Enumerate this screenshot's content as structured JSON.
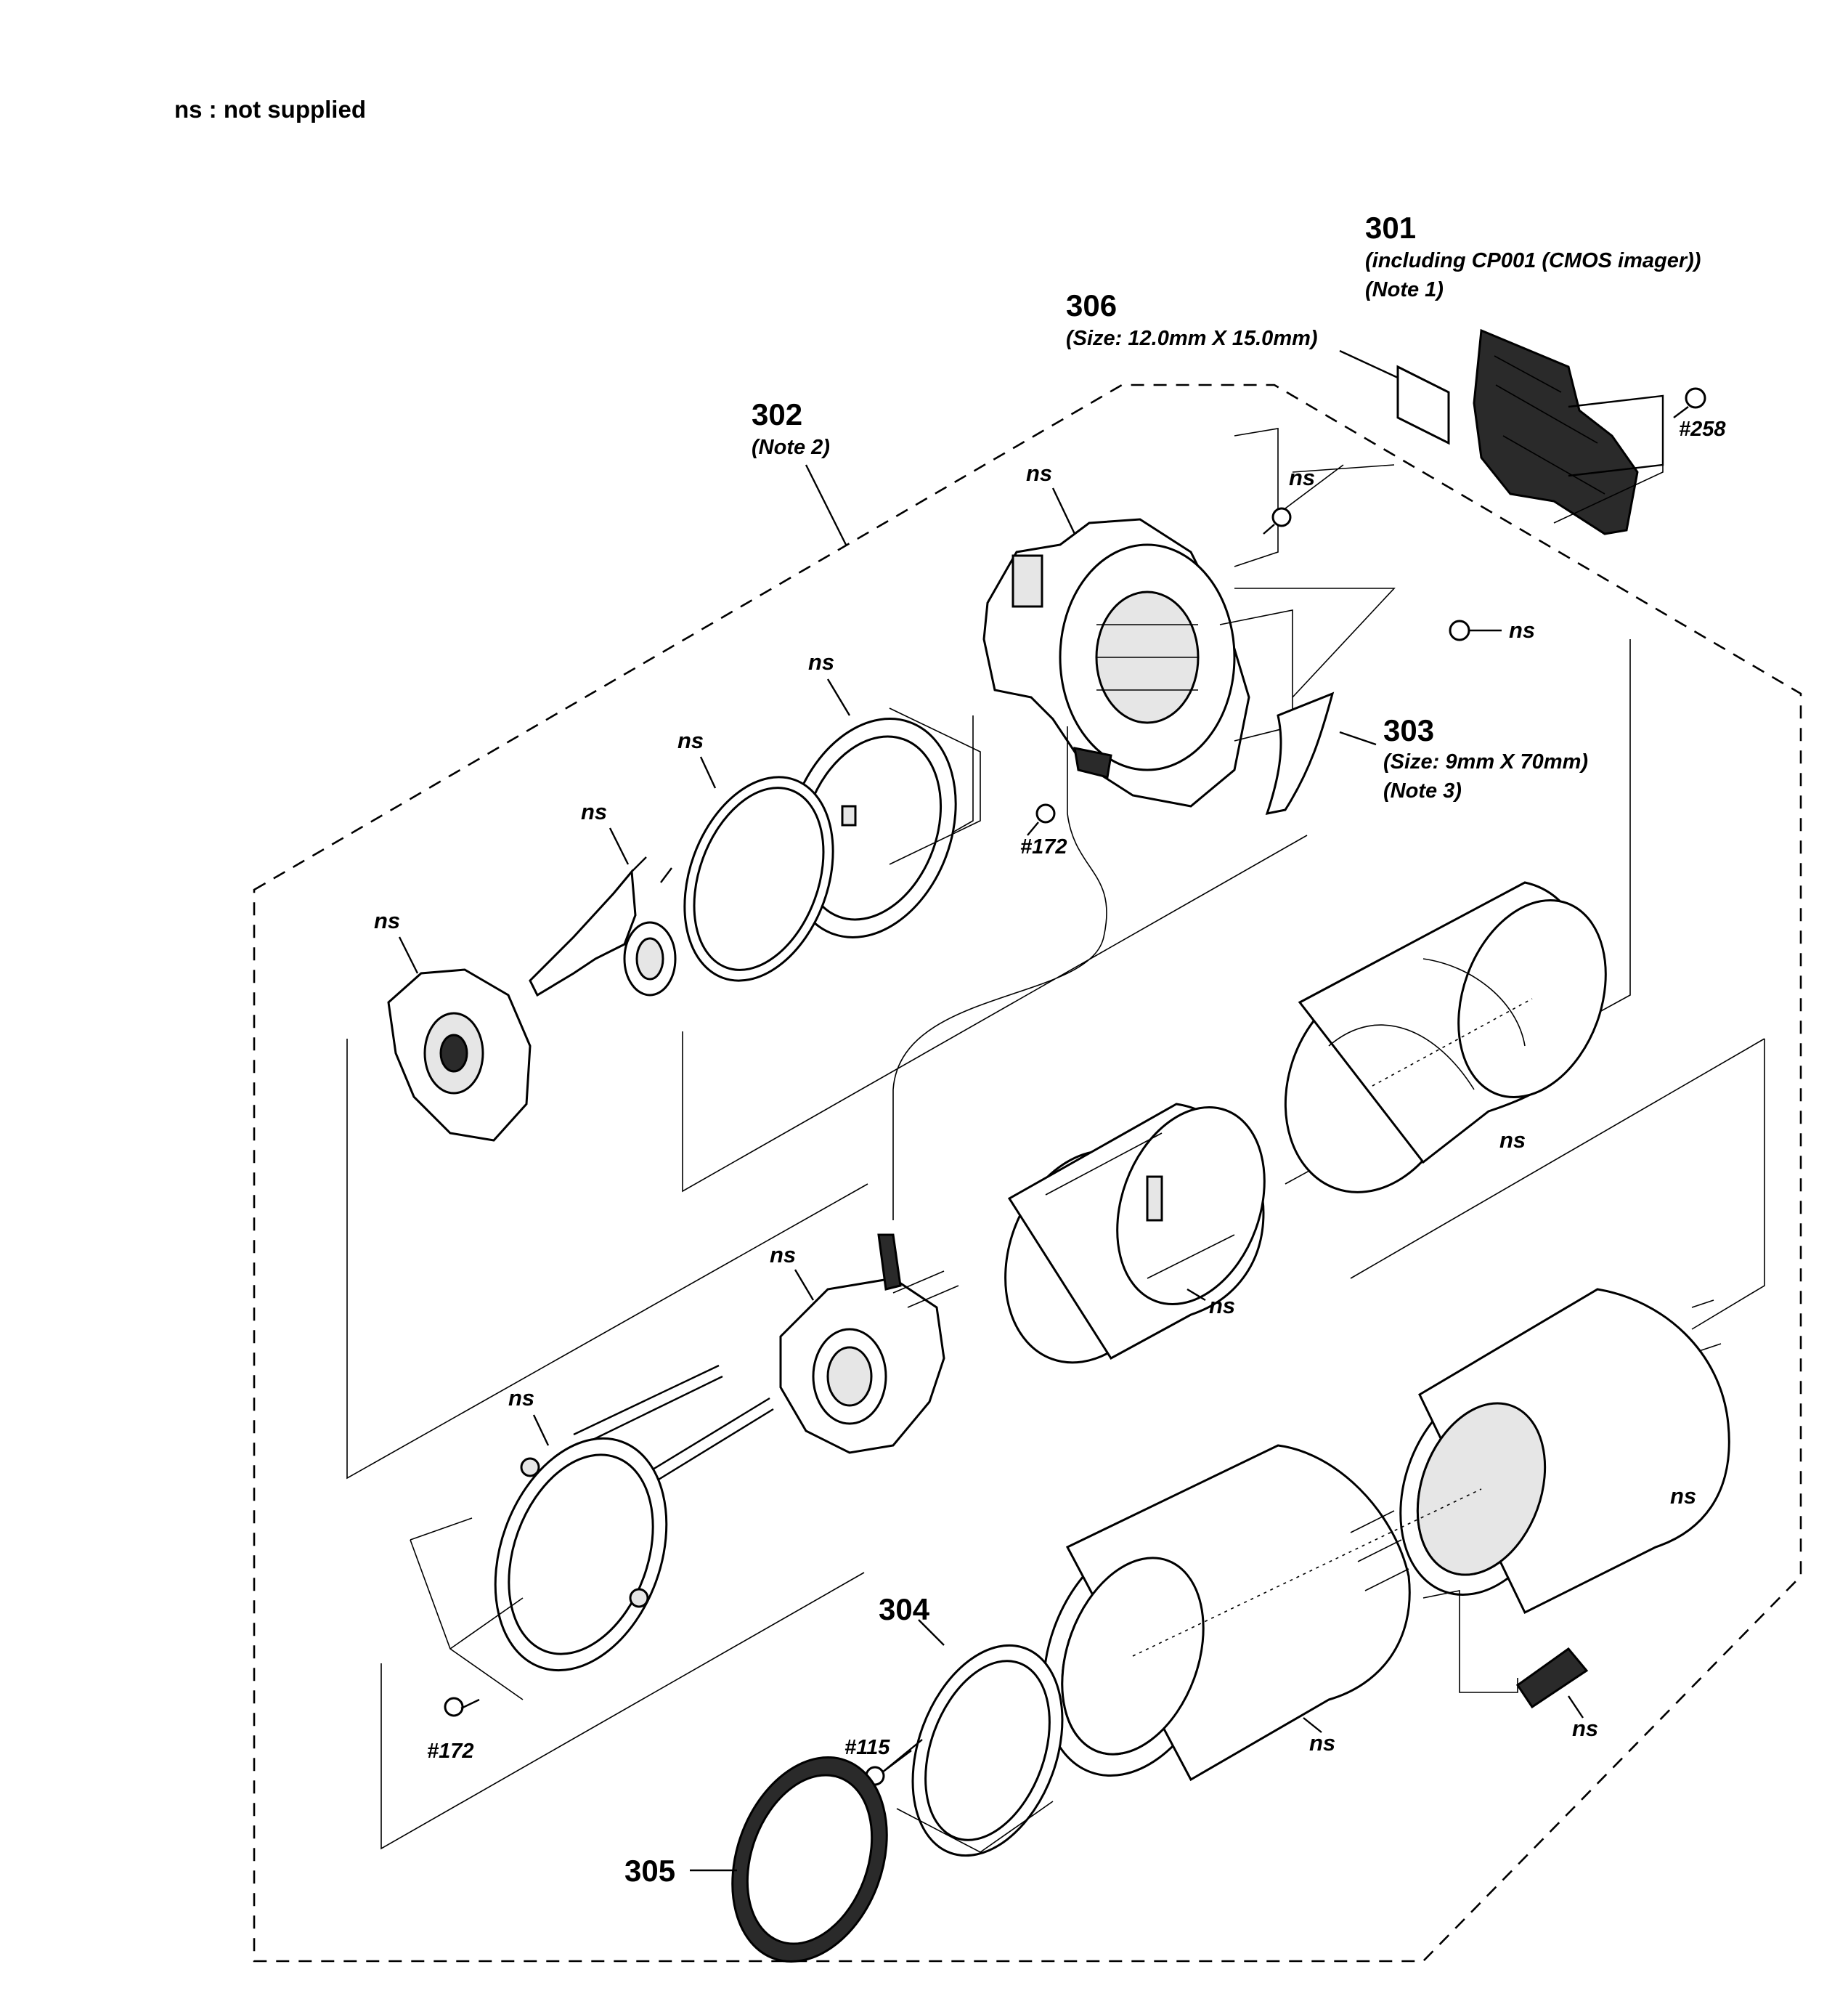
{
  "legend": "ns : not supplied",
  "parts": {
    "p301": {
      "number": "301",
      "note1": "(including CP001 (CMOS imager))",
      "note2": "(Note 1)"
    },
    "p302": {
      "number": "302",
      "note1": "(Note 2)"
    },
    "p303": {
      "number": "303",
      "note1": "(Size: 9mm X 70mm)",
      "note2": "(Note 3)"
    },
    "p304": {
      "number": "304"
    },
    "p305": {
      "number": "305"
    },
    "p306": {
      "number": "306",
      "note1": "(Size: 12.0mm X 15.0mm)"
    }
  },
  "screws": {
    "s258": "#258",
    "s172a": "#172",
    "s172b": "#172",
    "s115": "#115"
  },
  "ns_label": "ns"
}
